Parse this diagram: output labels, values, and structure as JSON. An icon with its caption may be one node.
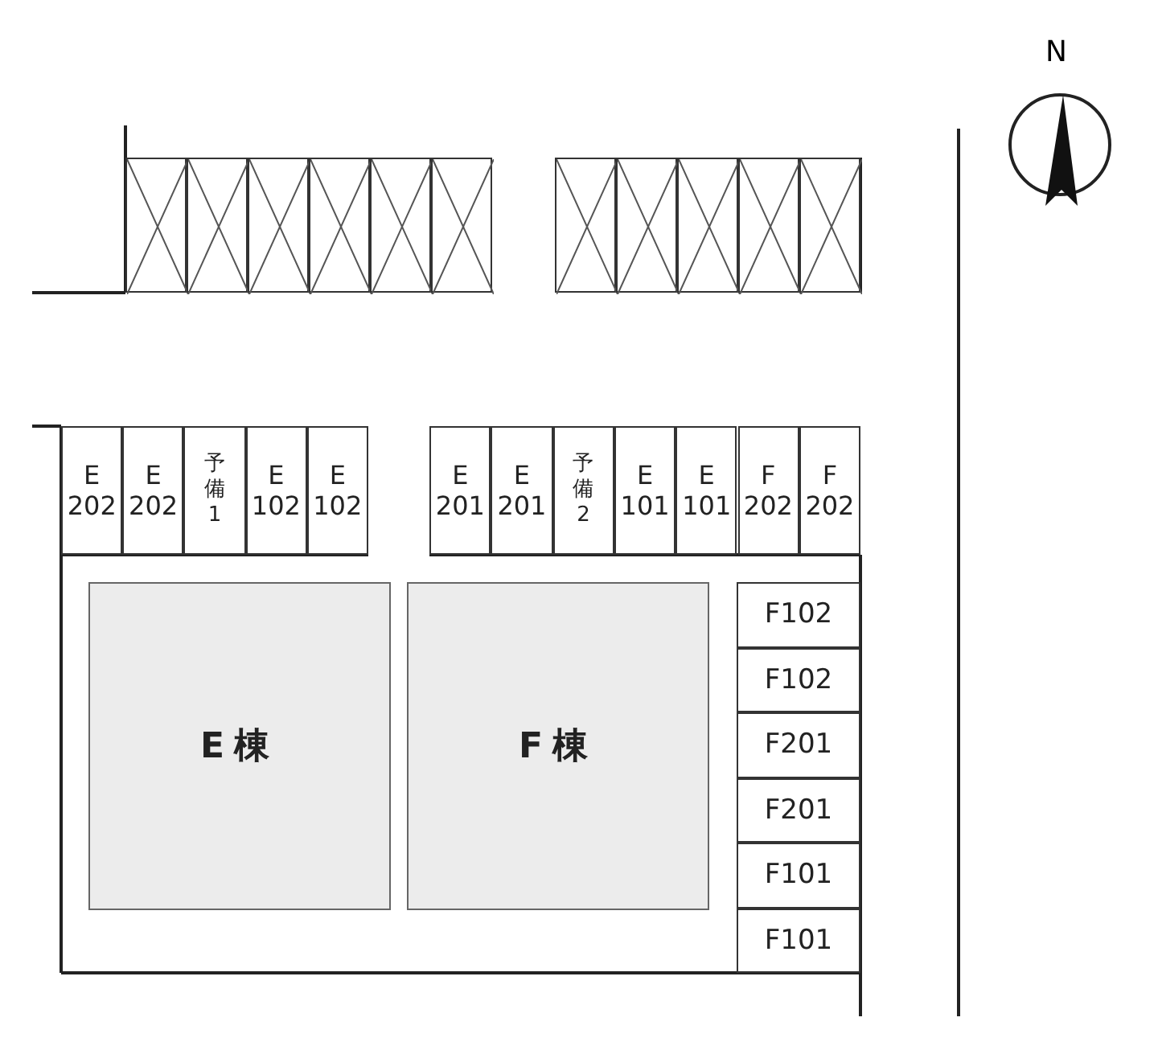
{
  "diagram": {
    "nodes": [
      {
        "text": [],
        "shape": "box"
      },
      {
        "text": [],
        "shape": "box"
      },
      {
        "text": [],
        "shape": "box"
      },
      {
        "text": [],
        "shape": "box"
      },
      {
        "text": [],
        "shape": "box"
      },
      {
        "text": [],
        "shape": "box"
      },
      {
        "text": [],
        "shape": "box"
      },
      {
        "text": [],
        "shape": "box"
      },
      {
        "text": [],
        "shape": "box"
      },
      {
        "text": [],
        "shape": "box"
      },
      {
        "text": [],
        "shape": "box"
      },
      {
        "text": [
          "E 202"
        ]
      },
      {
        "text": [
          "E 202"
        ]
      },
      {
        "text": [
          "予備1"
        ]
      },
      {
        "text": [
          "E 102"
        ]
      },
      {
        "text": [
          "E 102"
        ]
      },
      {
        "text": [
          "E 201"
        ]
      },
      {
        "text": [
          "E 201"
        ]
      },
      {
        "text": [
          "予備2"
        ]
      },
      {
        "text": [
          "E 101"
        ]
      },
      {
        "text": [
          "E 101"
        ]
      },
      {
        "text": [
          "F 202"
        ]
      },
      {
        "text": [
          "F 202"
        ]
      },
      {
        "text": [
          "E棟"
        ]
      },
      {
        "text": [
          "F棟"
        ]
      },
      {
        "text": [
          "F102"
        ]
      },
      {
        "text": [
          "F102"
        ]
      },
      {
        "text": [
          "F201"
        ]
      },
      {
        "text": [
          "F201"
        ]
      },
      {
        "text": [
          "F101"
        ]
      },
      {
        "text": [
          "F101"
        ]
      }
    ],
    "labels": [
      "N"
    ]
  }
}
